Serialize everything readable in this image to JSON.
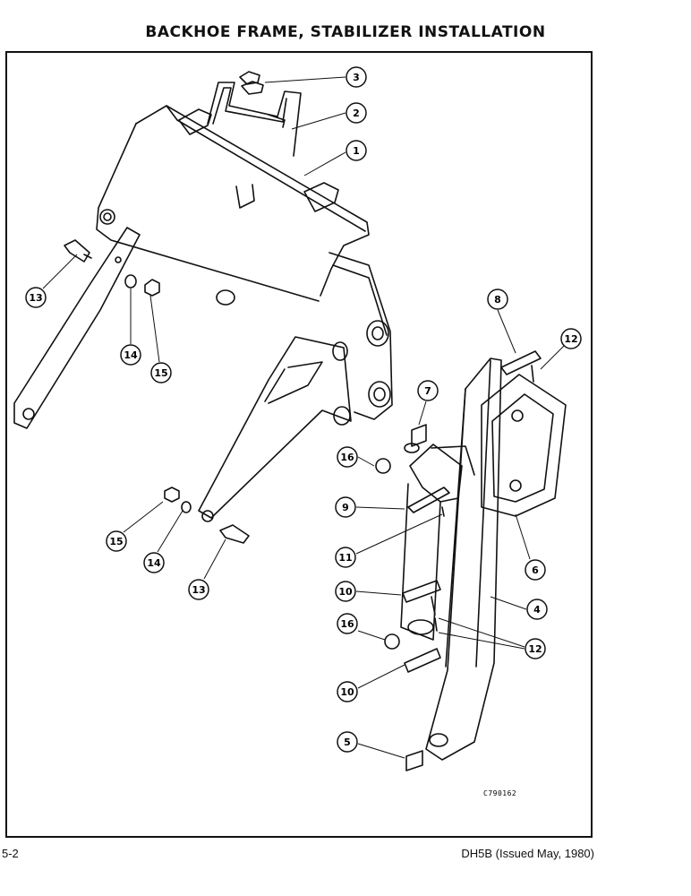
{
  "title": "BACKHOE FRAME, STABILIZER INSTALLATION",
  "drawing_code": "C790162",
  "footer": {
    "page_number": "5-2",
    "document_ref": "DH5B (Issued May, 1980)"
  },
  "callouts": [
    "3",
    "2",
    "1",
    "13",
    "14",
    "15",
    "8",
    "12",
    "7",
    "16",
    "9",
    "11",
    "6",
    "15",
    "14",
    "13",
    "10",
    "4",
    "16",
    "12",
    "10",
    "5"
  ]
}
